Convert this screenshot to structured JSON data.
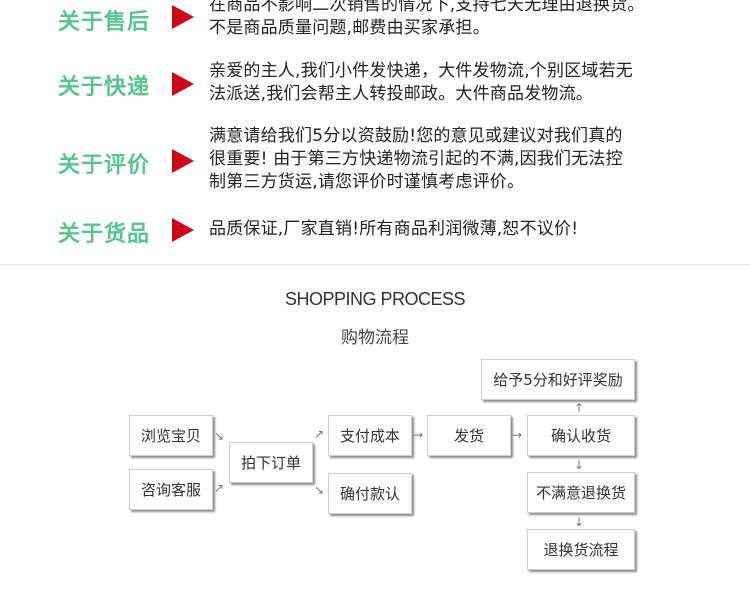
{
  "policies": [
    {
      "label": "关于售后",
      "lines": [
        "在商品不影响二次销售的情况下,支持七天无理由退换货。",
        "不是商品质量问题,邮费由买家承担。"
      ]
    },
    {
      "label": "关于快递",
      "lines": [
        "亲爱的主人,我们小件发快递，大件发物流,个别区域若无",
        "法派送,我们会帮主人转投邮政。大件商品发物流。"
      ]
    },
    {
      "label": "关于评价",
      "lines": [
        "满意请给我们5分以资鼓励!您的意见或建议对我们真的",
        "很重要! 由于第三方快递物流引起的不满,因我们无法控",
        "制第三方货运,请您评价时谨慎考虑评价。"
      ]
    },
    {
      "label": "关于货品",
      "lines": [
        "品质保证,厂家直销!所有商品利润微薄,恕不议价!"
      ]
    }
  ],
  "process": {
    "title": "SHOPPING PROCESS",
    "subtitle": "购物流程",
    "steps": {
      "browse": "浏览宝贝",
      "consult": "咨询客服",
      "order": "拍下订单",
      "pay": "支付成本",
      "confirm_pay": "确付款认",
      "ship": "发货",
      "receive": "确认收货",
      "rate": "给予5分和好评奖励",
      "unsatisfied": "不满意退换货",
      "return_flow": "退换货流程"
    },
    "arrows": {
      "right": "→",
      "down": "↓",
      "up": "↑",
      "diag_down": "↘",
      "diag_up": "↗"
    }
  }
}
